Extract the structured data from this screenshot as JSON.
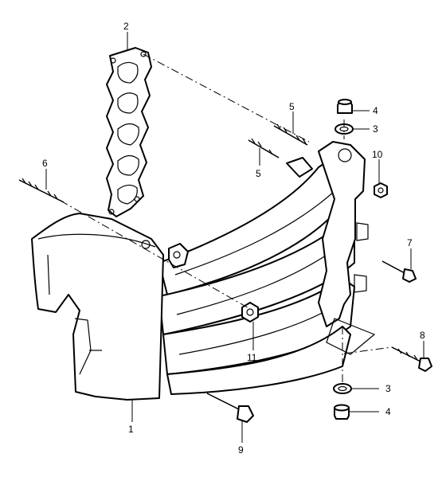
{
  "labels": {
    "p1": "1",
    "p2": "2",
    "p3a": "3",
    "p3b": "3",
    "p4a": "4",
    "p4b": "4",
    "p5a": "5",
    "p5b": "5",
    "p6": "6",
    "p7": "7",
    "p8": "8",
    "p9": "9",
    "p10": "10",
    "p11": "11"
  }
}
